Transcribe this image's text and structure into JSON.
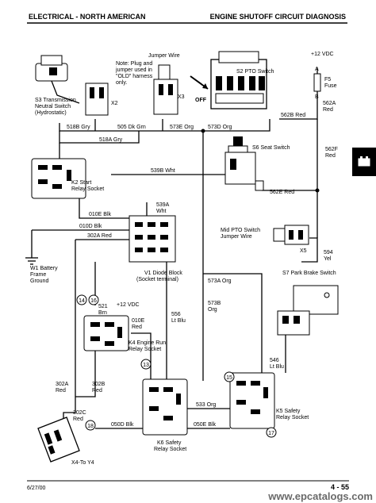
{
  "header": {
    "left": "ELECTRICAL - NORTH AMERICAN",
    "right": "ENGINE SHUTOFF CIRCUIT DIAGNOSIS"
  },
  "footer": {
    "date": "6/27/00",
    "page": "4 - 55",
    "watermark": "www.epcatalogs.com"
  },
  "components": {
    "s3": [
      "S3 Transmission",
      "Neutral Switch",
      "(Hydrostatic)"
    ],
    "x2": "X2",
    "jumper": "Jumper Wire",
    "note": [
      "Note: Plug and",
      "jumper used in",
      "\"OLD\" harness",
      "only."
    ],
    "x3": "X3",
    "off": "OFF",
    "s2": "S2 PTO Switch",
    "vdc_top": "+12 VDC",
    "fuse": [
      "F5",
      "Fuse"
    ],
    "fuse_a": "A",
    "fuse_b": "B",
    "s6": "S6 Seat Switch",
    "k2": [
      "K2 Start",
      "Relay Socket"
    ],
    "w1": [
      "W1 Battery",
      "Frame",
      "Ground"
    ],
    "v1": [
      "V1 Diode Block",
      "(Socket terminal)"
    ],
    "mid_pto": [
      "Mid PTO Switch",
      "Jumper Wire"
    ],
    "x5": "X5",
    "s7": "S7 Park Brake Switch",
    "vdc_k4": "+12 VDC",
    "k4": [
      "K4 Engine Run",
      "Relay Socket"
    ],
    "k5": [
      "K5 Safety",
      "Relay Socket"
    ],
    "k6": [
      "K6 Safety",
      "Relay Socket"
    ],
    "x4": "X4-To Y4"
  },
  "wires": {
    "w518b": "518B Gry",
    "w505": "505 Dk Grn",
    "w573e": "573E Org",
    "w573d": "573D Org",
    "w562b": "562B Red",
    "w562a": [
      "562A",
      "Red"
    ],
    "w518a": "518A Gry",
    "w539b": "539B Wht",
    "w562f": [
      "562F",
      "Red"
    ],
    "w562e": "562E Red",
    "w539a": [
      "539A",
      "Wht"
    ],
    "w010e": "010E Blk",
    "w010d": "010D Blk",
    "w302a": "302A Red",
    "w594": [
      "594",
      "Yel"
    ],
    "w573a": "573A Org",
    "w521": [
      "521",
      "Brn"
    ],
    "w010e2": [
      "010E",
      "Red"
    ],
    "w556": [
      "556",
      "Lt Blu"
    ],
    "w573b": [
      "573B",
      "Org"
    ],
    "w546": [
      "546",
      "Lt Blu"
    ],
    "w302a2": [
      "302A",
      "Red"
    ],
    "w302b": [
      "302B",
      "Red"
    ],
    "w302c": [
      "302C",
      "Red"
    ],
    "w533": "533 Org",
    "w050d": "050D Blk",
    "w050e": "050E Blk"
  },
  "callouts": [
    "14",
    "16",
    "13",
    "15",
    "18",
    "17"
  ]
}
